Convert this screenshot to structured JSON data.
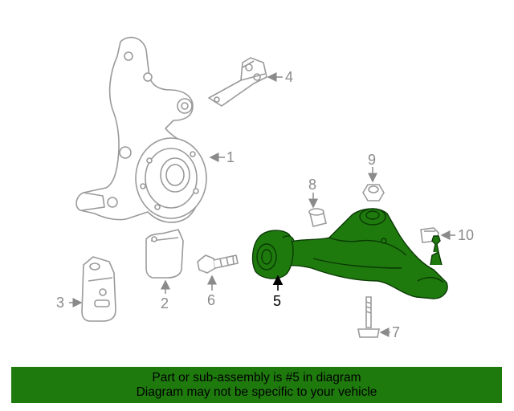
{
  "callouts": {
    "c1": "1",
    "c2": "2",
    "c3": "3",
    "c4": "4",
    "c5": "5",
    "c6": "6",
    "c7": "7",
    "c8": "8",
    "c9": "9",
    "c10": "10"
  },
  "highlight_color": "#1f7a0e",
  "banner": {
    "line1": "Part or sub-assembly is #5 in diagram",
    "line2": "Diagram may not be specific to your vehicle"
  }
}
